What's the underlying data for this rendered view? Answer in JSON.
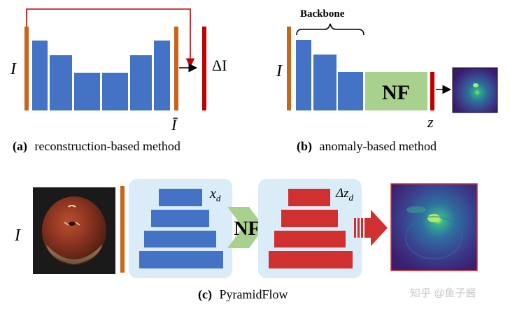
{
  "panel_a": {
    "input_symbol": "I",
    "output_symbol": "Ī",
    "diff_symbol": "ΔI",
    "caption_tag": "(a)",
    "caption_text": "reconstruction-based method"
  },
  "panel_b": {
    "input_symbol": "I",
    "backbone_label": "Backbone",
    "nf_label": "NF",
    "latent_symbol": "z",
    "caption_tag": "(b)",
    "caption_text": "anomaly-based method"
  },
  "panel_c": {
    "input_symbol": "I",
    "feature_symbol_base": "x",
    "feature_symbol_sub": "d",
    "nf_label": "NF",
    "diff_symbol_base": "Δz",
    "diff_symbol_sub": "d",
    "caption_tag": "(c)",
    "caption_text": "PyramidFlow"
  },
  "watermark": "知乎 @鱼子酱",
  "colors": {
    "orange_bar": "#c8651b",
    "blue_block": "#4472c4",
    "red_bar": "#c00000",
    "red_block": "#d03030",
    "nf_green": "#a9d18e",
    "panel_bg": "#d9ecf7",
    "heatmap_dark": "#3b1f6e"
  }
}
